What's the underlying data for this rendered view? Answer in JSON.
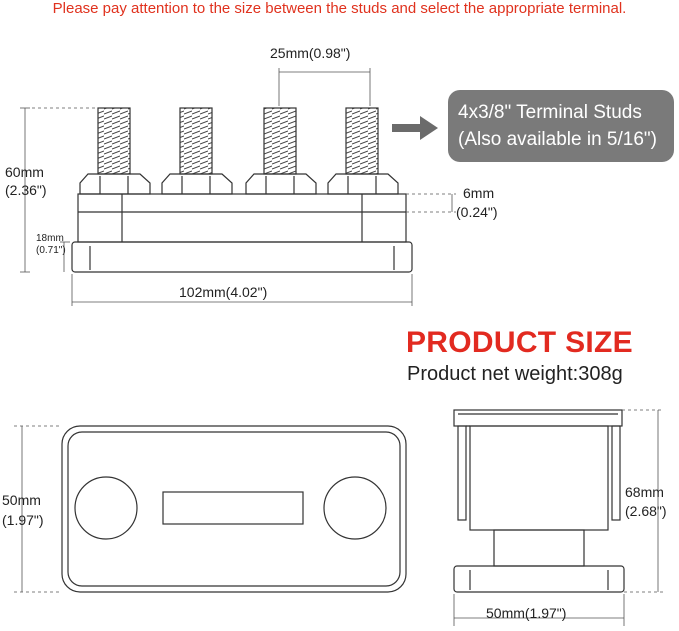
{
  "notice": "Please pay attention to the size between the studs and select the appropriate terminal.",
  "callout": {
    "line1": "4x3/8\" Terminal Studs",
    "line2": "(Also available in 5/16\")"
  },
  "heading": "PRODUCT SIZE",
  "weight": "Product net weight:308g",
  "front_view": {
    "stud_spacing": "25mm(0.98\")",
    "height_mm": "60mm",
    "height_in": "(2.36\")",
    "top_thickness_mm": "6mm",
    "top_thickness_in": "(0.24\")",
    "base_mm": "18mm",
    "base_in": "(0.71\")",
    "length": "102mm(4.02\")"
  },
  "top_view": {
    "width_mm": "50mm",
    "width_in": "(1.97\")"
  },
  "side_view": {
    "height_mm": "68mm",
    "height_in": "(2.68\")",
    "width": "50mm(1.97\")"
  },
  "colors": {
    "notice": "#e0321e",
    "heading": "#e22a20",
    "callout_bg": "#7a7a7a",
    "arrow": "#6b6b6b",
    "outline": "#333333"
  },
  "icons": {
    "pointer": "arrow-right-icon"
  }
}
